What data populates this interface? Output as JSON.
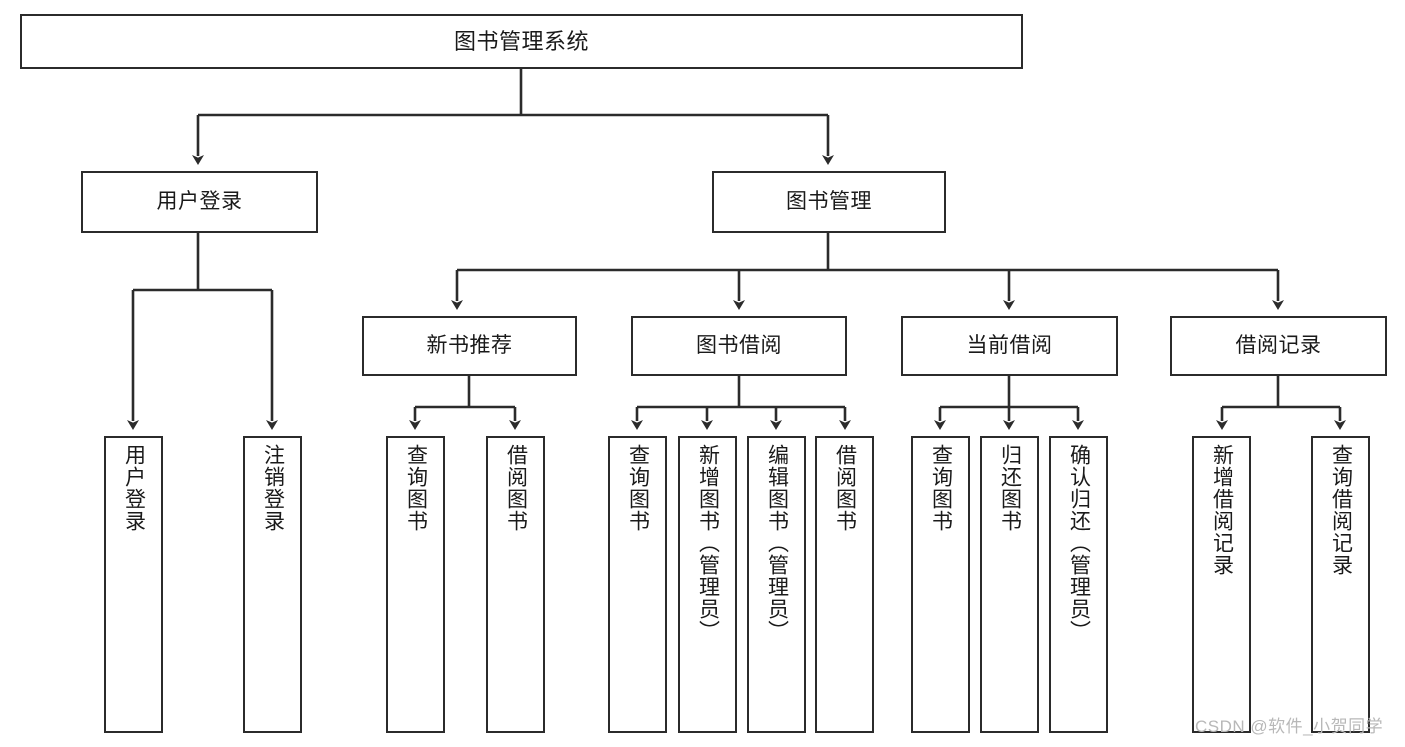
{
  "diagram": {
    "title": "图书管理系统",
    "type": "functional-structure-tree",
    "watermark": "CSDN @软件_小贺同学",
    "colors": {
      "node_border": "#2b2b2b",
      "node_fill": "#ffffff",
      "edge": "#2b2b2b",
      "text": "#1a1a1a",
      "watermark": "#b8b8b8",
      "background": "#ffffff"
    },
    "levels": {
      "root": {
        "label": "图书管理系统"
      },
      "level2": [
        {
          "label": "用户登录"
        },
        {
          "label": "图书管理"
        }
      ],
      "level3": [
        {
          "label": "新书推荐"
        },
        {
          "label": "图书借阅"
        },
        {
          "label": "当前借阅"
        },
        {
          "label": "借阅记录"
        }
      ],
      "leaves": {
        "user_login": [
          {
            "label": "用户登录"
          },
          {
            "label": "注销登录"
          }
        ],
        "new_book_recommend": [
          {
            "label": "查询图书"
          },
          {
            "label": "借阅图书"
          }
        ],
        "book_borrow": [
          {
            "label": "查询图书"
          },
          {
            "label": "新增图书（管理员）"
          },
          {
            "label": "编辑图书（管理员）"
          },
          {
            "label": "借阅图书"
          }
        ],
        "current_borrow": [
          {
            "label": "查询图书"
          },
          {
            "label": "归还图书"
          },
          {
            "label": "确认归还（管理员）"
          }
        ],
        "borrow_record": [
          {
            "label": "新增借阅记录"
          },
          {
            "label": "查询借阅记录"
          }
        ]
      }
    }
  }
}
